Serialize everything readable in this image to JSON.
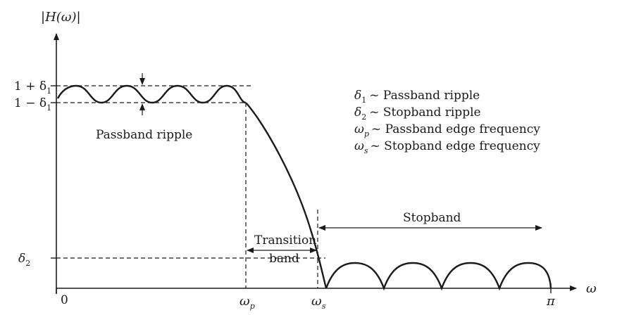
{
  "y_axis_label": "|H(ω)|",
  "x_axis_label": "ω",
  "x_ticks": {
    "origin": "0",
    "passband_edge": "ω",
    "passband_edge_sub": "p",
    "stopband_edge": "ω",
    "stopband_edge_sub": "s",
    "pi": "π"
  },
  "y_ticks": {
    "upper": "1 + δ",
    "upper_sub": "1",
    "lower": "1 − δ",
    "lower_sub": "1",
    "delta2": "δ",
    "delta2_sub": "2"
  },
  "annotations": {
    "passband_ripple": "Passband ripple",
    "transition_line1": "Transition",
    "transition_line2": "band",
    "stopband": "Stopband"
  },
  "legend": [
    {
      "sym": "δ",
      "sub": "1",
      "text": "~ Passband ripple"
    },
    {
      "sym": "δ",
      "sub": "2",
      "text": "~ Stopband ripple"
    },
    {
      "sym": "ω",
      "sub": "p",
      "text": "~ Passband edge frequency"
    },
    {
      "sym": "ω",
      "sub": "s",
      "text": "~ Stopband edge frequency"
    }
  ]
}
